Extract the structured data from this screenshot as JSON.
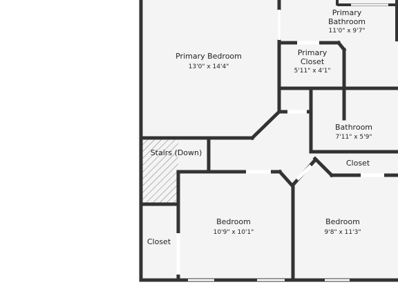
{
  "rooms": {
    "primary_bedroom": {
      "name": "Primary Bedroom",
      "dims": "13'0\" x 14'4\""
    },
    "primary_bathroom": {
      "name_line1": "Primary",
      "name_line2": "Bathroom",
      "dims": "11'0\" x 9'7\""
    },
    "primary_closet": {
      "name_line1": "Primary",
      "name_line2": "Closet",
      "dims": "5'11\" x 4'1\""
    },
    "bathroom": {
      "name": "Bathroom",
      "dims": "7'11\" x 5'9\""
    },
    "stairs": {
      "name": "Stairs (Down)"
    },
    "hall_closet": {
      "name": "Closet"
    },
    "bedroom_left": {
      "name": "Bedroom",
      "dims": "10'9\" x 10'1\""
    },
    "bedroom_right": {
      "name": "Bedroom",
      "dims": "9'8\" x 11'3\""
    },
    "left_closet": {
      "name": "Closet"
    }
  }
}
